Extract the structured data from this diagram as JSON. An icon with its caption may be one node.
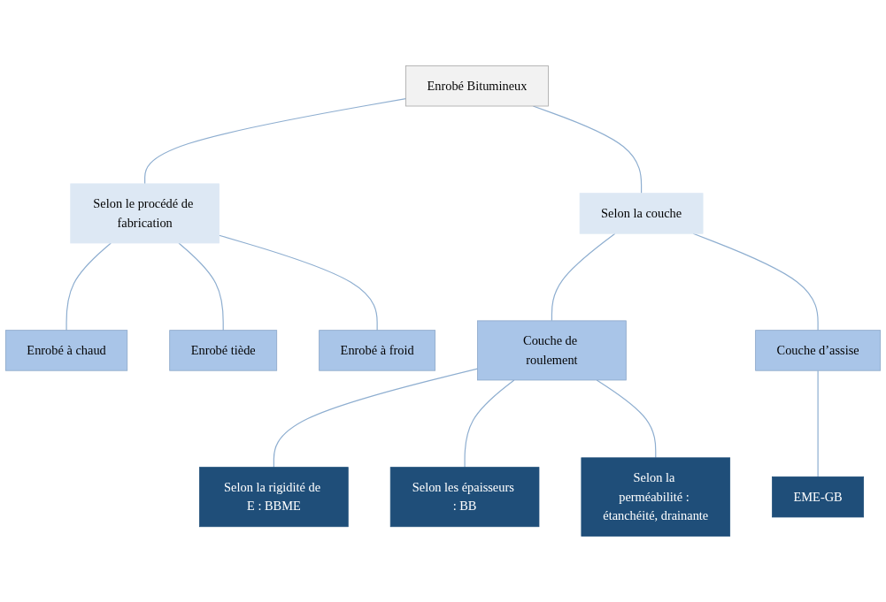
{
  "diagram": {
    "nodes": [
      {
        "text": [
          "Enrobé Bitumineux"
        ]
      },
      {
        "text": [
          "Selon le procédé de fabrication"
        ]
      },
      {
        "text": [
          "Selon la couche"
        ]
      },
      {
        "text": [
          "Enrobé à chaud"
        ]
      },
      {
        "text": [
          "Enrobé tiède"
        ]
      },
      {
        "text": [
          "Enrobé à froid"
        ]
      },
      {
        "text": [
          "Couche de roulement"
        ]
      },
      {
        "text": [
          "Couche d’assise"
        ]
      },
      {
        "text": [
          "Selon la rigidité de E : BBME"
        ]
      },
      {
        "text": [
          "Selon les épaisseurs : BB"
        ]
      },
      {
        "text": [
          "Selon la perméabilité : étanchéité, drainante"
        ]
      },
      {
        "text": [
          "EME-GB"
        ]
      }
    ],
    "edges": [
      {
        "from": 0,
        "to": 1,
        "arrow": "none"
      },
      {
        "from": 0,
        "to": 2,
        "arrow": "none"
      },
      {
        "from": 1,
        "to": 3,
        "arrow": "none"
      },
      {
        "from": 1,
        "to": 4,
        "arrow": "none"
      },
      {
        "from": 1,
        "to": 5,
        "arrow": "none"
      },
      {
        "from": 2,
        "to": 6,
        "arrow": "none"
      },
      {
        "from": 2,
        "to": 7,
        "arrow": "none"
      },
      {
        "from": 6,
        "to": 8,
        "arrow": "none"
      },
      {
        "from": 6,
        "to": 9,
        "arrow": "none"
      },
      {
        "from": 6,
        "to": 10,
        "arrow": "none"
      },
      {
        "from": 7,
        "to": 11,
        "arrow": "none"
      }
    ]
  }
}
